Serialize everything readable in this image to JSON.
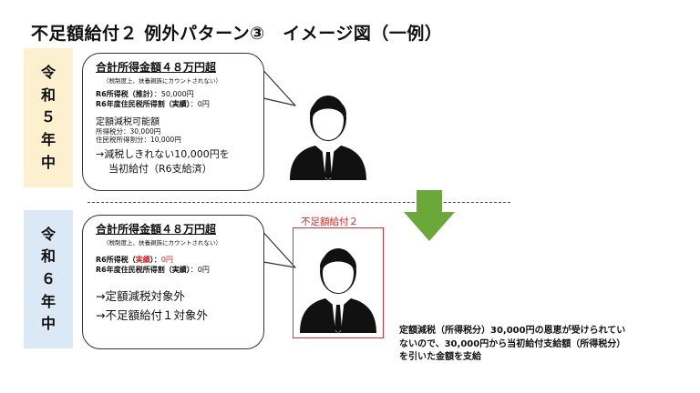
{
  "title": "不足額給付２ 例外パターン③　イメージ図（一例）",
  "r5": {
    "year_chars": [
      "令",
      "和",
      "５",
      "年",
      "中"
    ],
    "heading": "合計所得金額４８万円超",
    "note": "（税制度上、扶養親族にカウントされない）",
    "income_tax_label": "R6所得税（推計）",
    "income_tax_value": "：50,000円",
    "resident_tax_label": "R6年度住民税所得割（実績）",
    "resident_tax_value": "：0円",
    "fixed_possible": "定額減税可能額",
    "income_share": "所得税分：30,000円",
    "resident_share": "住民税所得割分：10,000円",
    "result_line1": "→減税しきれない10,000円を",
    "result_line2": "当初給付（R6支給済）"
  },
  "r6": {
    "year_chars": [
      "令",
      "和",
      "６",
      "年",
      "中"
    ],
    "heading": "合計所得金額４８万円超",
    "note": "（税制度上、扶養親族にカウントされない）",
    "income_tax_prefix": "R6所得税（",
    "income_tax_actual": "実績",
    "income_tax_suffix": "）：",
    "income_tax_value": "0円",
    "resident_tax_label": "R6年度住民税所得割（実績）",
    "resident_tax_value": "：0円",
    "result_line1": "→定額減税対象外",
    "result_line2": "→不足額給付１対象外"
  },
  "redbox_label": "不足額給付２",
  "explanation": [
    "定額減税（所得税分）30,000円の恩恵が受けられてい",
    "ないので、30,000円から当初給付支給額（所得税分）",
    "を引いた金額を支給"
  ],
  "colors": {
    "r5_band": "#fdf0cf",
    "r6_band": "#dbe8f5",
    "arrow": "#6aa83a",
    "highlight": "#e02020"
  },
  "icons": [
    "person-icon",
    "down-arrow-icon"
  ]
}
